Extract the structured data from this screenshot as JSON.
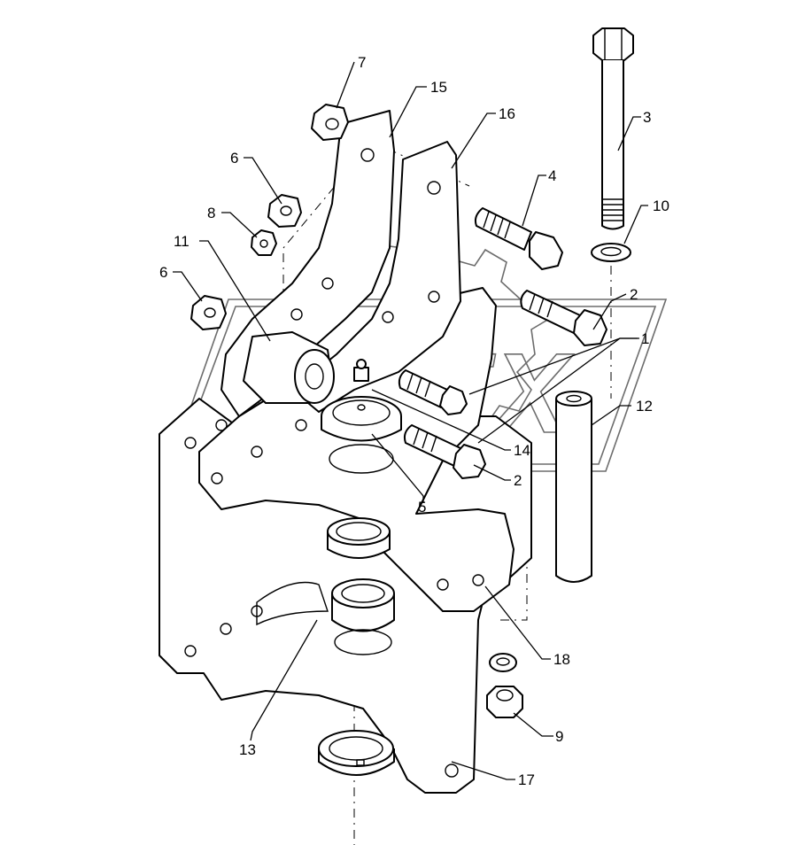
{
  "diagram": {
    "watermark_text": "OPEX",
    "callouts": [
      {
        "id": "c1",
        "label": "1"
      },
      {
        "id": "c2a",
        "label": "2"
      },
      {
        "id": "c2b",
        "label": "2"
      },
      {
        "id": "c3",
        "label": "3"
      },
      {
        "id": "c4",
        "label": "4"
      },
      {
        "id": "c5",
        "label": "5"
      },
      {
        "id": "c6a",
        "label": "6"
      },
      {
        "id": "c6b",
        "label": "6"
      },
      {
        "id": "c7",
        "label": "7"
      },
      {
        "id": "c8",
        "label": "8"
      },
      {
        "id": "c9",
        "label": "9"
      },
      {
        "id": "c10",
        "label": "10"
      },
      {
        "id": "c11",
        "label": "11"
      },
      {
        "id": "c12",
        "label": "12"
      },
      {
        "id": "c13",
        "label": "13"
      },
      {
        "id": "c14",
        "label": "14"
      },
      {
        "id": "c15",
        "label": "15"
      },
      {
        "id": "c16",
        "label": "16"
      },
      {
        "id": "c17",
        "label": "17"
      },
      {
        "id": "c18",
        "label": "18"
      }
    ]
  }
}
